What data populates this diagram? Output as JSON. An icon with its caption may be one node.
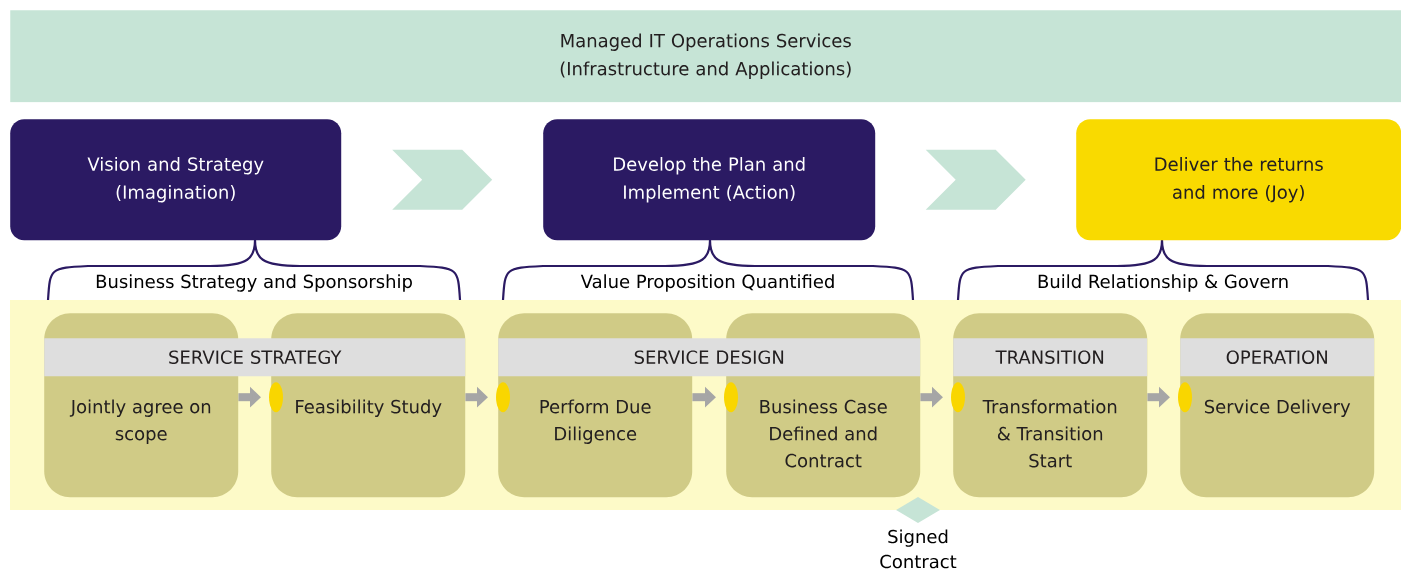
{
  "diagram": {
    "nodes": [
      {
        "text": [
          "Managed IT Operations Services (Infrastructure and Applications)"
        ]
      },
      {
        "text": [
          "Vision and Strategy (Imagination)"
        ]
      },
      {
        "text": [
          "Develop the Plan and Implement (Action)"
        ]
      },
      {
        "text": [
          "Deliver the returns and more (Joy)"
        ]
      },
      {
        "text": [],
        "shape": "box"
      },
      {
        "text": [
          "SERVICE STRATEGY"
        ],
        "in": 4
      },
      {
        "text": [
          "SERVICE DESIGN"
        ],
        "in": 4
      },
      {
        "text": [
          "TRANSITION"
        ],
        "in": 13
      },
      {
        "text": [
          "OPERATION"
        ],
        "in": 14
      },
      {
        "text": [
          "Jointly agree on scope"
        ],
        "in": 4
      },
      {
        "text": [
          "Feasibility Study"
        ],
        "in": 4
      },
      {
        "text": [
          "Perform Due Diligence"
        ],
        "in": 4
      },
      {
        "text": [
          "Business Case Defined and Contract"
        ],
        "in": 4
      },
      {
        "text": [
          "Transformation & Transition Start"
        ],
        "in": 4
      },
      {
        "text": [
          "Service Delivery"
        ],
        "in": 4
      },
      {
        "text": [],
        "shape": "diamond",
        "beside": [
          "Signed Contract"
        ]
      }
    ],
    "edges": [
      {
        "from": 1,
        "to": 2,
        "arrow": "to",
        "style": "thick",
        "color": "#c6e4d6"
      },
      {
        "from": 2,
        "to": 3,
        "arrow": "to",
        "style": "thick",
        "color": "#c6e4d6"
      },
      {
        "from": 9,
        "to": 10,
        "arrow": "to"
      },
      {
        "from": 10,
        "to": 11,
        "arrow": "to"
      },
      {
        "from": 11,
        "to": 12,
        "arrow": "to"
      },
      {
        "from": 12,
        "to": 13,
        "arrow": "to"
      },
      {
        "from": 13,
        "to": 14,
        "arrow": "to"
      }
    ],
    "labels": [
      "Business Strategy and Sponsorship",
      "Value Proposition Quantified",
      "Build Relationship & Govern"
    ]
  }
}
